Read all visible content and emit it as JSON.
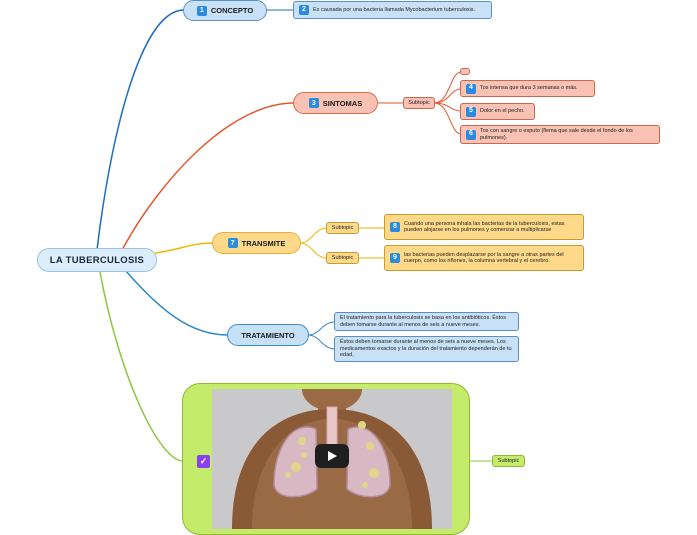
{
  "root": {
    "label": "LA TUBERCULOSIS"
  },
  "colors": {
    "blue": "#1f6cc0",
    "red": "#e4572e",
    "orange": "#f4b400",
    "teal": "#2f88c9",
    "green": "#8cc63f",
    "num_badge": "#2a8be0"
  },
  "concepto": {
    "num": "1",
    "label": "CONCEPTO",
    "leaf": {
      "num": "2",
      "text": "Es causada por una bacteria llamada Mycobacterium tuberculosis."
    }
  },
  "sintomas": {
    "num": "3",
    "label": "SINTOMAS",
    "subtopic": "Subtopic",
    "leaves": [
      {
        "num": "",
        "text": ""
      },
      {
        "num": "4",
        "text": "Tos intensa que dura 3 semanas o más."
      },
      {
        "num": "5",
        "text": "Dolor en el pecho."
      },
      {
        "num": "6",
        "text": "Tos con sangre o esputo (flema que sale desde el fondo de los pulmones)."
      }
    ]
  },
  "transmite": {
    "num": "7",
    "label": "TRANSMITE",
    "branches": [
      {
        "subtopic": "Subtopic",
        "num": "8",
        "text": "Cuando una persona inhala las bacterias de la tuberculosis, estas pueden alojarse en los pulmones y comenzar a multiplicarse"
      },
      {
        "subtopic": "Subtopic",
        "num": "9",
        "text": " las bacterias pueden desplazarse por la sangre a otras partes del cuerpo, como los riñones, la columna vertebral y el cerebro."
      }
    ]
  },
  "tratamiento": {
    "label": "TRATAMIENTO",
    "leaves": [
      {
        "text": "El tratamiento para la tuberculosis se basa en los antibióticos. Éstos deben tomarse durante al menos de seis a nueve meses."
      },
      {
        "text": "Éstos deben tomarse durante al menos de seis a nueve meses. Los medicamentos exactos y la duración del tratamiento dependerán de tu edad,"
      }
    ]
  },
  "video": {
    "check_icon": "checkmark-icon",
    "play_icon": "play-icon",
    "subtopic": "Subtopic"
  }
}
